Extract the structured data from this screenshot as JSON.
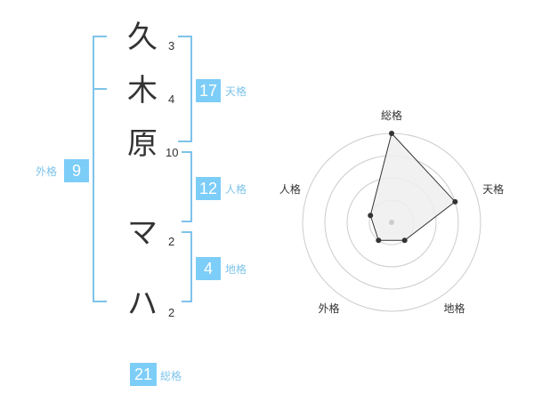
{
  "name": {
    "chars": [
      "久",
      "木",
      "原",
      "マ",
      "ハ"
    ],
    "strokes": [
      "3",
      "4",
      "10",
      "2",
      "2"
    ]
  },
  "badges": {
    "tenkaku": {
      "value": "17",
      "label": "天格"
    },
    "jinkaku": {
      "value": "12",
      "label": "人格"
    },
    "chikaku": {
      "value": "4",
      "label": "地格"
    },
    "gaikaku": {
      "value": "9",
      "label": "外格"
    },
    "soukaku": {
      "value": "21",
      "label": "総格"
    }
  },
  "chart_data": {
    "type": "radar",
    "axes": [
      "総格",
      "天格",
      "地格",
      "外格",
      "人格"
    ],
    "values": [
      4,
      3,
      1,
      1,
      1
    ],
    "range": [
      0,
      4
    ],
    "rings": 4,
    "colors": {
      "fill": "#eeeeee",
      "stroke": "#333333",
      "grid": "#cccccc",
      "center": "#cccccc"
    }
  }
}
